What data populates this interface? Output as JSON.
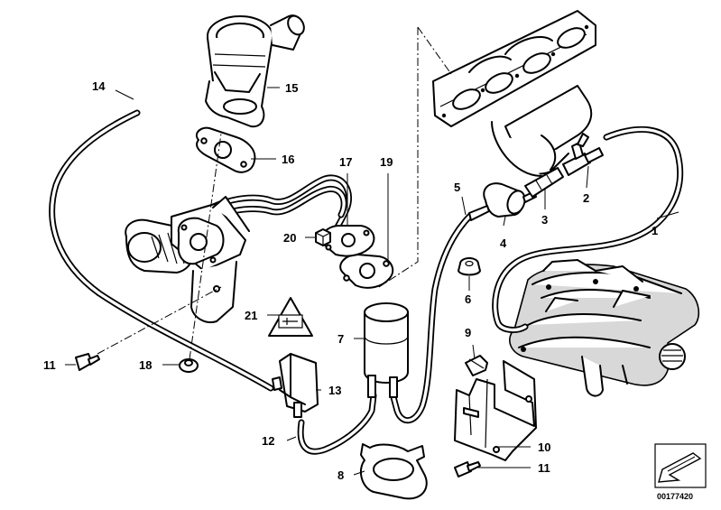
{
  "callouts": {
    "c1": "1",
    "c2": "2",
    "c3": "3",
    "c4": "4",
    "c5": "5",
    "c6": "6",
    "c7": "7",
    "c8": "8",
    "c9": "9",
    "c10": "10",
    "c11a": "11",
    "c11b": "11",
    "c12": "12",
    "c13": "13",
    "c14": "14",
    "c15": "15",
    "c16": "16",
    "c17": "17",
    "c18": "18",
    "c19": "19",
    "c20": "20",
    "c21": "21"
  },
  "diagram_number": "00177420",
  "colors": {
    "line": "#000000",
    "shade": "#d8d8d8",
    "background": "#ffffff"
  }
}
